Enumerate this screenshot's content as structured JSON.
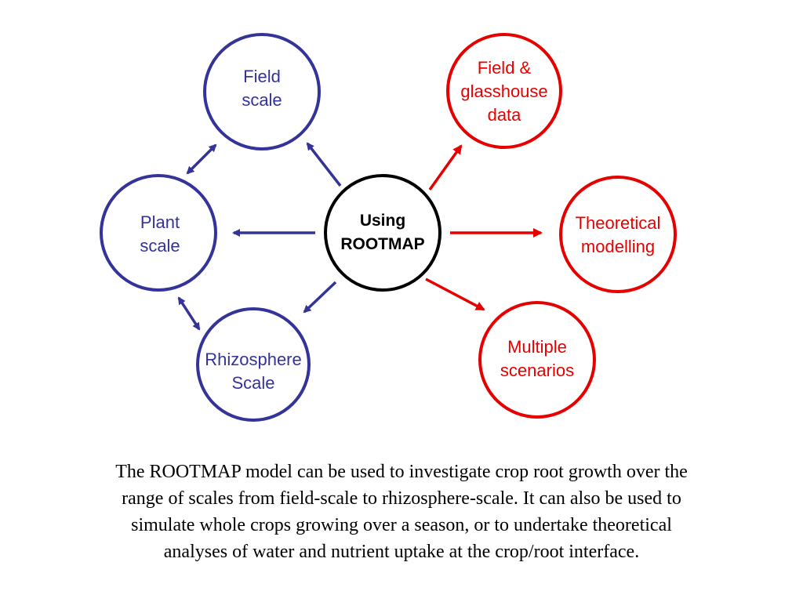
{
  "colors": {
    "blue": "#333399",
    "red": "#e60000",
    "black": "#000000"
  },
  "nodes": {
    "center": {
      "line1": "Using",
      "line2": "ROOTMAP"
    },
    "field_scale": {
      "line1": "Field",
      "line2": "scale"
    },
    "plant_scale": {
      "line1": "Plant",
      "line2": "scale"
    },
    "rhizosphere_scale": {
      "line1": "Rhizosphere",
      "line2": "Scale"
    },
    "field_glasshouse_data": {
      "line1": "Field &",
      "line2": "glasshouse",
      "line3": "data"
    },
    "theoretical_modelling": {
      "line1": "Theoretical",
      "line2": "modelling"
    },
    "multiple_scenarios": {
      "line1": "Multiple",
      "line2": "scenarios"
    }
  },
  "caption": {
    "line1": "The ROOTMAP model can be used to investigate crop root growth over the",
    "line2": "range of scales from field-scale to rhizosphere-scale.  It can also be used to",
    "line3": "simulate whole crops growing over a season, or to undertake theoretical",
    "line4": "analyses of water and nutrient uptake at the crop/root interface."
  }
}
